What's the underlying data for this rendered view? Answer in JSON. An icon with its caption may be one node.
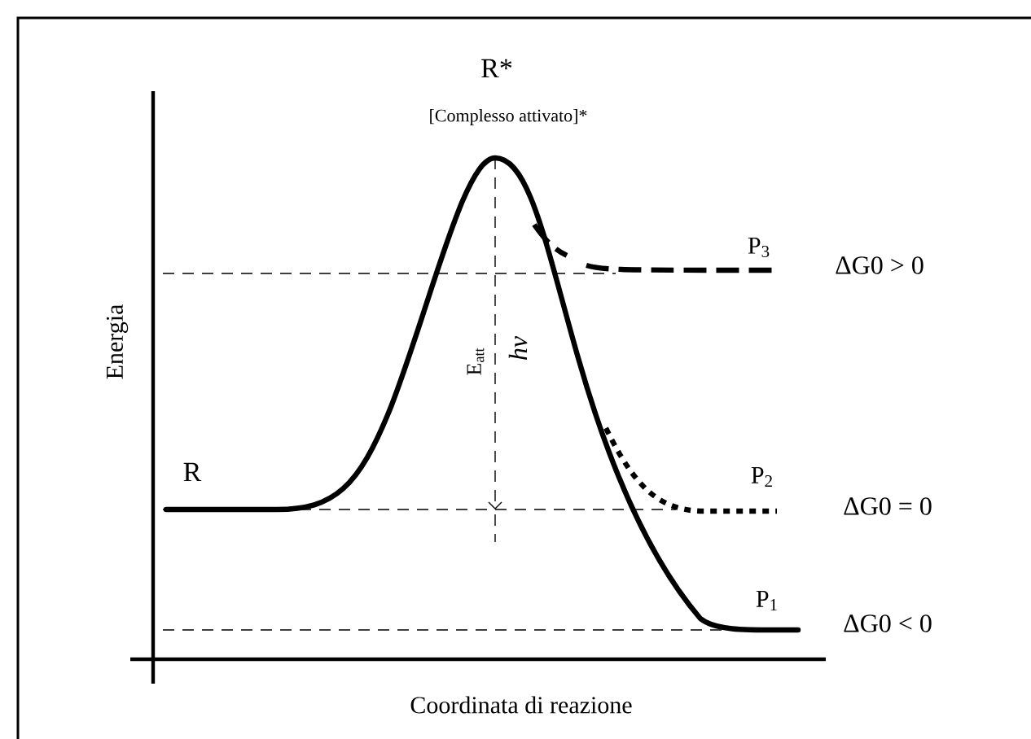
{
  "diagram": {
    "labels": [
      "R*",
      "[Complesso attivato]*",
      "P$_{3}$",
      "ΔG0 > 0",
      "E$_{att}$",
      "hν",
      "R",
      "P$_{2}$",
      "ΔG0 = 0",
      "P$_{1}$",
      "ΔG0 < 0",
      "Energia",
      "Coordinata di reazione"
    ]
  }
}
